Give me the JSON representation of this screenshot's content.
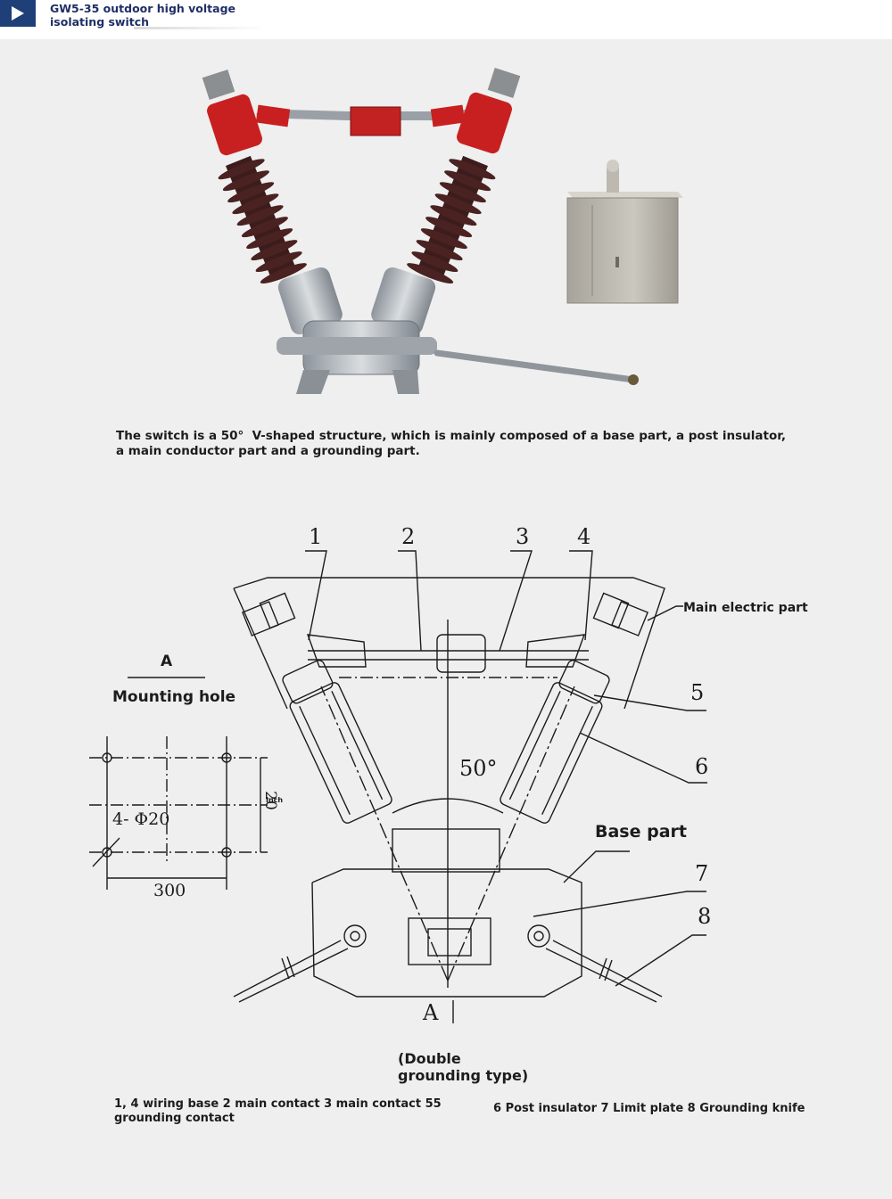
{
  "header": {
    "title": "GW5-35 outdoor high voltage isolating switch",
    "badge_icon": "play-arrow-icon"
  },
  "photo": {
    "insulator_color": "#4a2222",
    "cap_color": "#c82020",
    "box_color": "#b9b6ad"
  },
  "caption": "The switch is a 50°  V-shaped structure, which is mainly composed of a base part, a post insulator, a main conductor part and a grounding part.",
  "diagram": {
    "mounting_view_letter": "A",
    "mounting_hole_label": "Mounting hole",
    "hole_spec": "4- Φ20",
    "dim_horizontal": "300",
    "dim_vertical": "20",
    "dim_unit": "Inch",
    "angle_label": "50°",
    "section_letter": "A",
    "main_electric_label": "Main electric part",
    "base_part_label": "Base part",
    "numbers": [
      "1",
      "2",
      "3",
      "4",
      "5",
      "6",
      "7",
      "8"
    ],
    "grounding_type": "(Double grounding type)"
  },
  "legend": {
    "left": "1, 4 wiring base 2 main contact 3 main contact 55 grounding contact",
    "right": "6 Post insulator 7 Limit plate 8 Grounding knife"
  }
}
